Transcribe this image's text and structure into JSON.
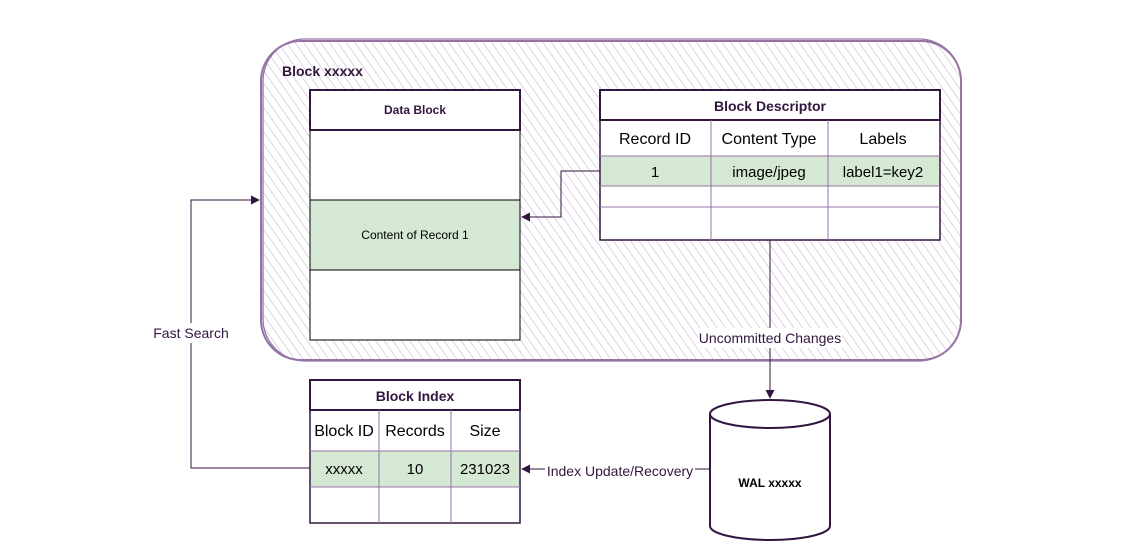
{
  "colors": {
    "frame": "#9673a6",
    "ink": "#33163f",
    "highlight": "#d5e8d4",
    "hatch": "#c9b7d3"
  },
  "block": {
    "title": "Block xxxxx"
  },
  "data_block": {
    "title": "Data Block",
    "record_content": "Content of Record 1"
  },
  "block_descriptor": {
    "title": "Block Descriptor",
    "headers": [
      "Record ID",
      "Content Type",
      "Labels"
    ],
    "rows": [
      [
        "1",
        "image/jpeg",
        "label1=key2"
      ]
    ]
  },
  "block_index": {
    "title": "Block Index",
    "headers": [
      "Block ID",
      "Records",
      "Size"
    ],
    "rows": [
      [
        "xxxxx",
        "10",
        "231023"
      ]
    ]
  },
  "wal": {
    "label": "WAL xxxxx"
  },
  "edges": {
    "fast_search": "Fast Search",
    "uncommitted_changes": "Uncommitted Changes",
    "index_update": "Index Update/Recovery"
  }
}
